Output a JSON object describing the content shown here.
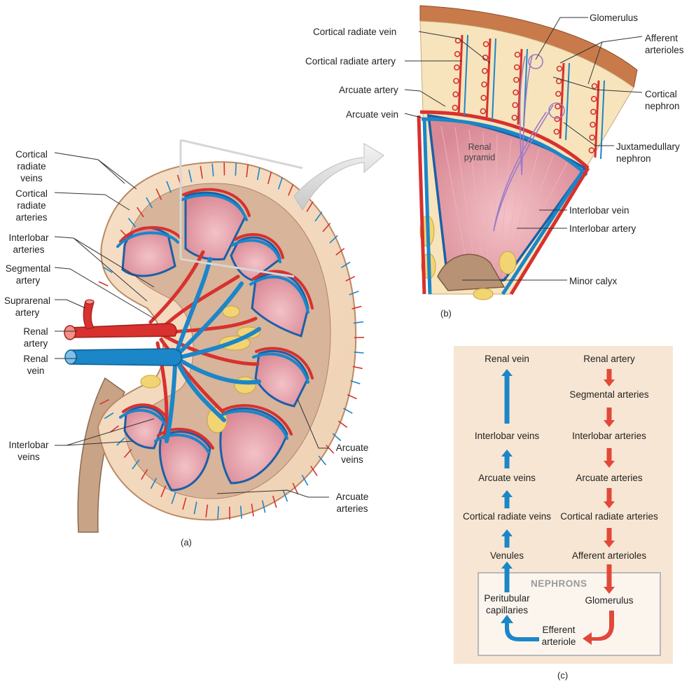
{
  "panel_a": {
    "tag": "(a)",
    "labels": {
      "cortical_radiate_veins": "Cortical\nradiate\nveins",
      "cortical_radiate_arteries": "Cortical\nradiate\narteries",
      "interlobar_arteries": "Interlobar\narteries",
      "segmental_artery": "Segmental\nartery",
      "suprarenal_artery": "Suprarenal\nartery",
      "renal_artery": "Renal\nartery",
      "renal_vein": "Renal\nvein",
      "interlobar_veins": "Interlobar\nveins",
      "arcuate_veins": "Arcuate\nveins",
      "arcuate_arteries": "Arcuate\narteries"
    }
  },
  "panel_b": {
    "tag": "(b)",
    "labels": {
      "cortical_radiate_vein": "Cortical radiate vein",
      "cortical_radiate_artery": "Cortical radiate artery",
      "arcuate_artery": "Arcuate artery",
      "arcuate_vein": "Arcuate vein",
      "glomerulus": "Glomerulus",
      "afferent_arterioles": "Afferent\narterioles",
      "cortical_nephron": "Cortical\nnephron",
      "juxtamedullary_nephron": "Juxtamedullary\nnephron",
      "interlobar_vein": "Interlobar vein",
      "interlobar_artery": "Interlobar artery",
      "minor_calyx": "Minor calyx",
      "renal_pyramid": "Renal\npyramid"
    }
  },
  "panel_c": {
    "tag": "(c)",
    "nephrons_title": "NEPHRONS",
    "vein_column": [
      "Renal vein",
      "Interlobar veins",
      "Arcuate veins",
      "Cortical radiate veins",
      "Venules"
    ],
    "artery_column": [
      "Renal artery",
      "Segmental arteries",
      "Interlobar arteries",
      "Arcuate arteries",
      "Cortical radiate arteries",
      "Afferent arterioles"
    ],
    "peritubular": "Peritubular\ncapillaries",
    "glomerulus": "Glomerulus",
    "efferent": "Efferent\narteriole",
    "colors": {
      "vein": "#1b86c8",
      "artery": "#e2483a",
      "panel_bg": "#f7e6d3",
      "nephron_bg": "#fbf5ee"
    }
  }
}
